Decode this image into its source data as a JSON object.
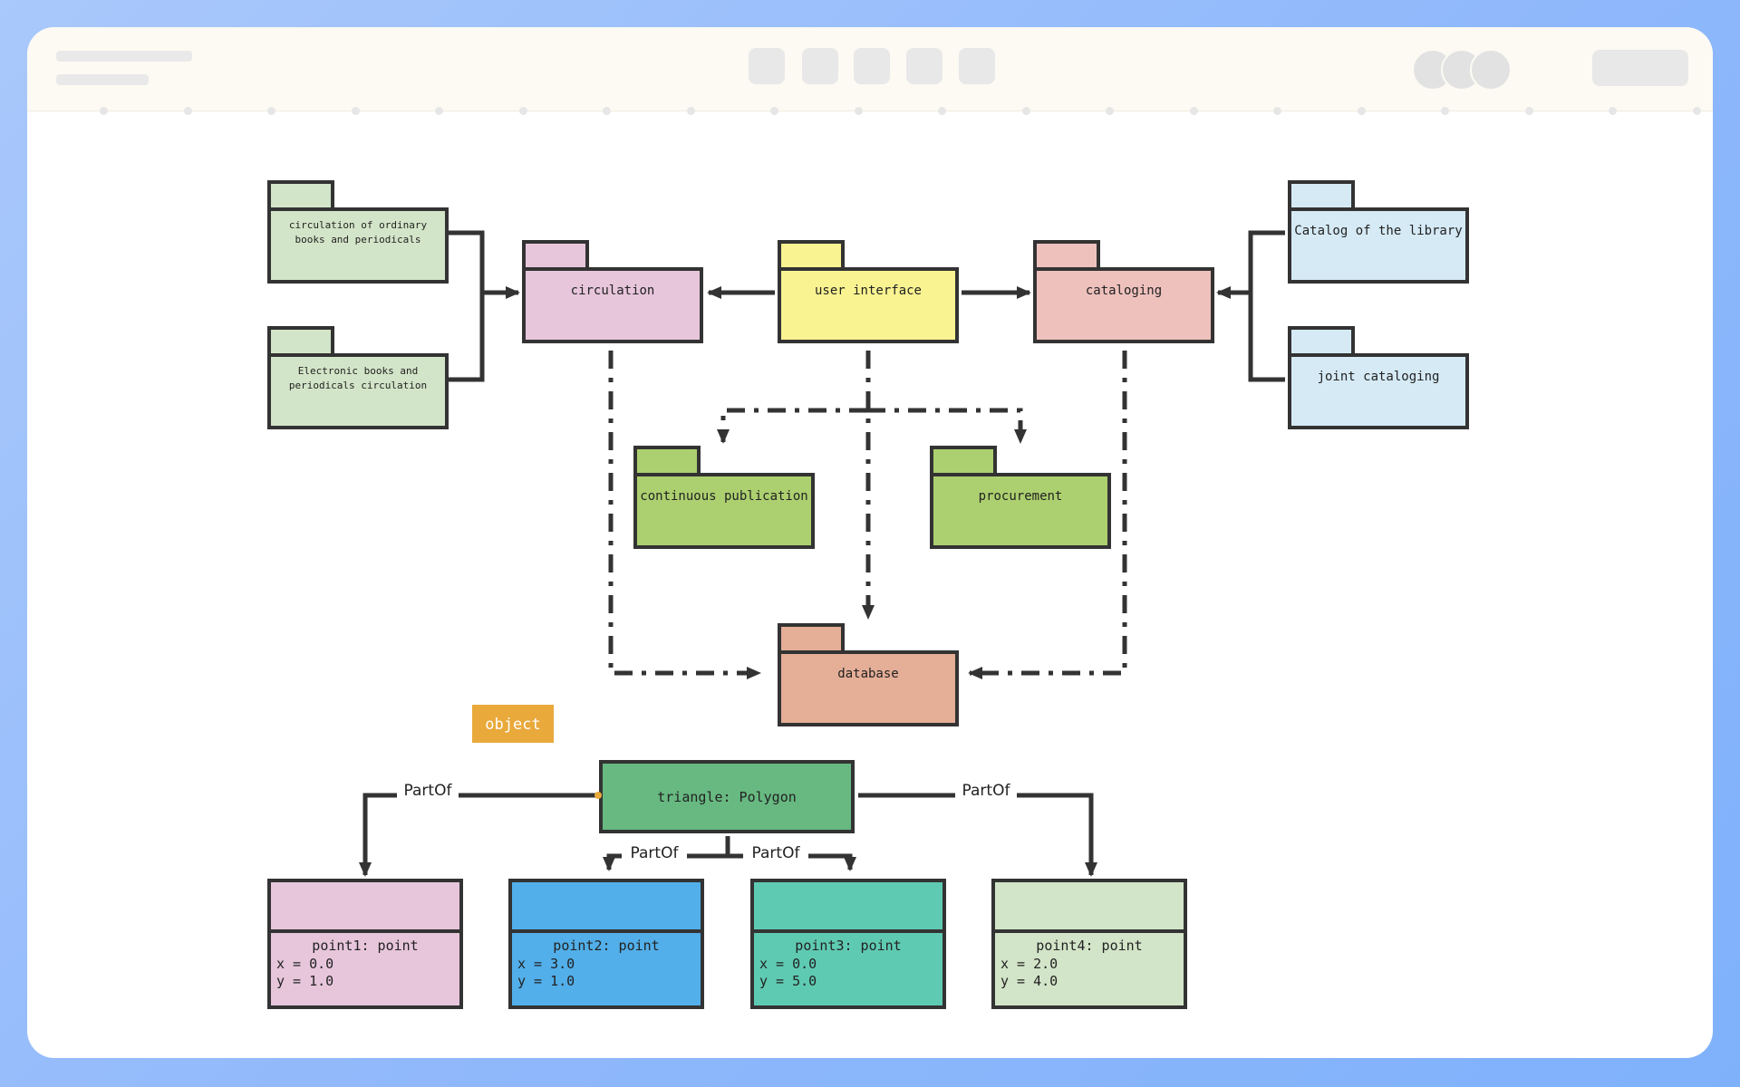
{
  "diagram": {
    "packages": [
      {
        "id": "circ_ordinary",
        "lines": [
          "circulation of ordinary",
          "books and periodicals"
        ],
        "fill": "#d3e5c8"
      },
      {
        "id": "electronic",
        "lines": [
          "Electronic books and",
          "periodicals circulation"
        ],
        "fill": "#d3e5c8"
      },
      {
        "id": "circulation",
        "lines": [
          "circulation"
        ],
        "fill": "#e7c6dc"
      },
      {
        "id": "user_interface",
        "lines": [
          "user interface"
        ],
        "fill": "#f9f391"
      },
      {
        "id": "cataloging",
        "lines": [
          "cataloging"
        ],
        "fill": "#eec1bd"
      },
      {
        "id": "catalog_library",
        "lines": [
          "Catalog of the library"
        ],
        "fill": "#d5eaf5"
      },
      {
        "id": "joint_cataloging",
        "lines": [
          "joint cataloging"
        ],
        "fill": "#d5eaf5"
      },
      {
        "id": "continuous_publication",
        "lines": [
          "continuous publication"
        ],
        "fill": "#acd06f"
      },
      {
        "id": "procurement",
        "lines": [
          "procurement"
        ],
        "fill": "#acd06f"
      },
      {
        "id": "database",
        "lines": [
          "database"
        ],
        "fill": "#e5ae97"
      }
    ],
    "object_tag": {
      "label": "object",
      "color": "#e9a93b"
    },
    "triangle": {
      "label": "triangle: Polygon",
      "fill": "#67b981"
    },
    "points": [
      {
        "id": "point1",
        "title": "point1: point",
        "x": "x = 0.0",
        "y": "y = 1.0",
        "fill": "#e7c6dc"
      },
      {
        "id": "point2",
        "title": "point2: point",
        "x": "x = 3.0",
        "y": "y = 1.0",
        "fill": "#52afea"
      },
      {
        "id": "point3",
        "title": "point3: point",
        "x": "x = 0.0",
        "y": "y = 5.0",
        "fill": "#5fcab2"
      },
      {
        "id": "point4",
        "title": "point4: point",
        "x": "x = 2.0",
        "y": "y = 4.0",
        "fill": "#d3e5c8"
      }
    ],
    "relation_label": "PartOf",
    "stroke_color": "#333333"
  }
}
